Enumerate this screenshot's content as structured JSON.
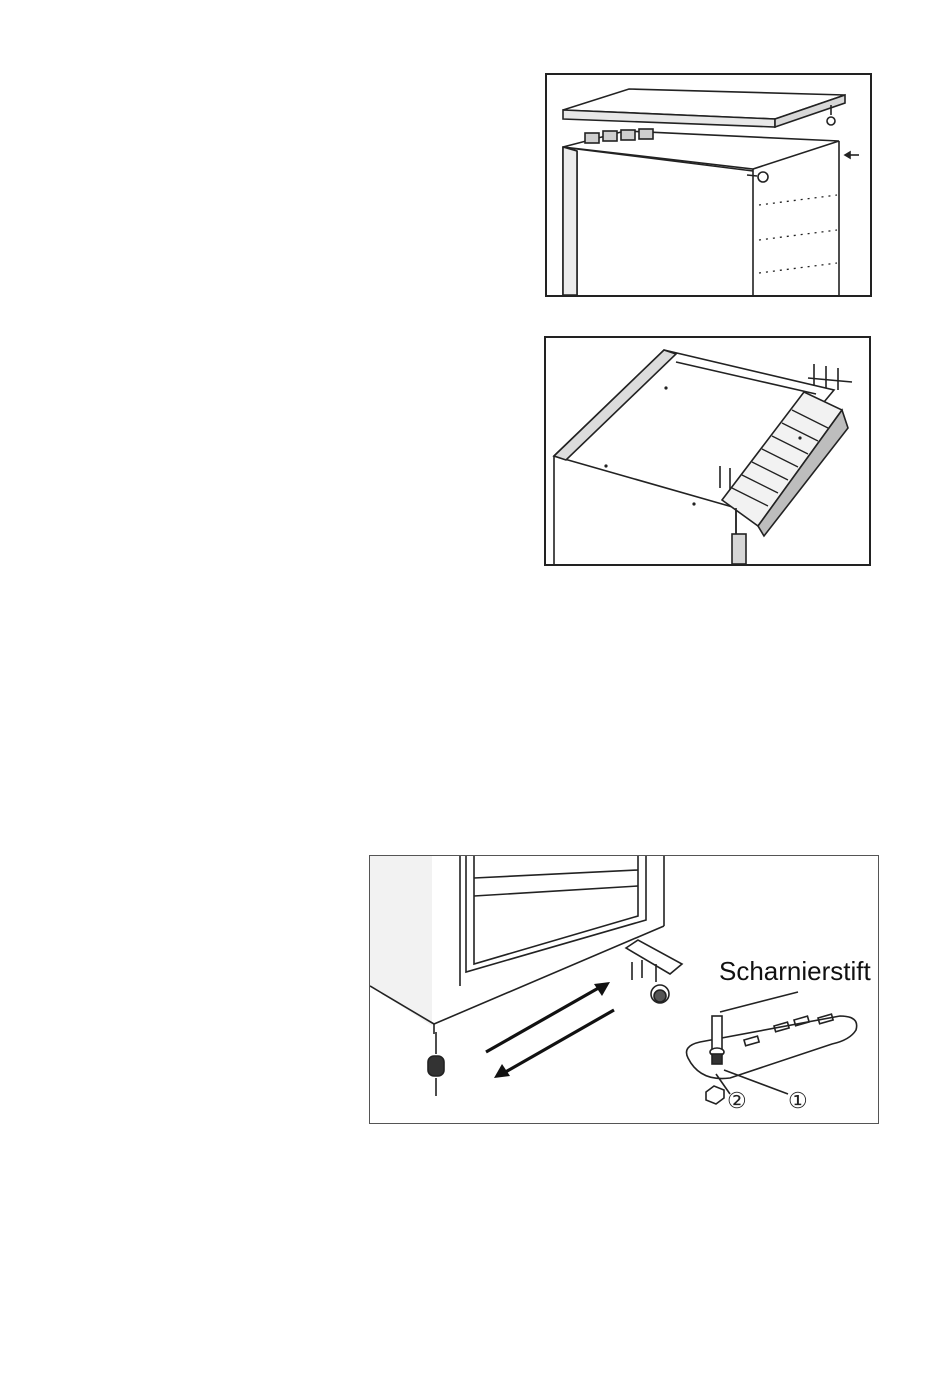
{
  "figures": {
    "top_cover_removal": {
      "caption": ""
    },
    "hinge_bracket_top": {
      "caption": ""
    },
    "bottom_hinge": {
      "label": "Scharnierstift",
      "callouts": [
        "①",
        "②"
      ]
    }
  }
}
